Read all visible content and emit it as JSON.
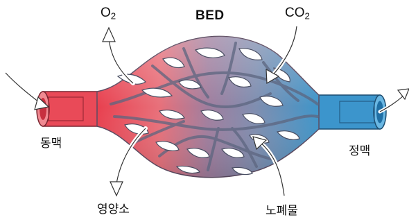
{
  "title": "BED",
  "labels": {
    "oxygen": "O",
    "oxygen_sub": "2",
    "carbon_dioxide": "CO",
    "carbon_dioxide_sub": "2",
    "artery": "동맥",
    "vein": "정맥",
    "nutrients": "영양소",
    "waste": "노폐물"
  },
  "colors": {
    "arterial": "#e8505e",
    "venous": "#3a8fc4",
    "mixed": "#9a7f9c",
    "vessel_dark": "#5a6278",
    "arrow_fill": "#ffffff"
  },
  "icons": [
    "flow-in-arrow",
    "flow-out-arrow",
    "o2-out-arrow",
    "co2-in-arrow",
    "nutrients-out-arrow",
    "waste-in-arrow"
  ]
}
